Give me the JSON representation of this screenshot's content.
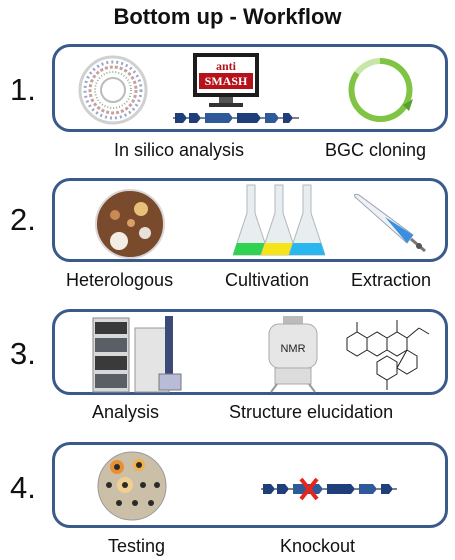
{
  "title": "Bottom up - Workflow",
  "steps": [
    {
      "number": "1.",
      "labels": [
        "In silico analysis",
        "BGC cloning"
      ],
      "antismash": {
        "top": "anti",
        "bottom": "SMASH"
      }
    },
    {
      "number": "2.",
      "labels": [
        "Heterologous",
        "Cultivation",
        "Extraction"
      ]
    },
    {
      "number": "3.",
      "labels": [
        "Analysis",
        "Structure elucidation"
      ],
      "nmr": "NMR"
    },
    {
      "number": "4.",
      "labels": [
        "Testing",
        "Knockout"
      ]
    }
  ],
  "colors": {
    "box_border": "#3a5a8c",
    "gene_arrow": "#1f3f7a",
    "knockout_cross": "#e8241c",
    "plasmid": "#7fc442",
    "antismash_red": "#b5121b"
  },
  "icons": [
    "genome-map-icon",
    "antismash-monitor-icon",
    "gene-cluster-icon",
    "plasmid-icon",
    "petri-dish-icon",
    "flasks-icon",
    "separatory-funnel-icon",
    "hplc-instrument-icon",
    "nmr-spectrometer-icon",
    "chemical-structure-icon",
    "assay-plate-icon",
    "gene-knockout-icon"
  ]
}
